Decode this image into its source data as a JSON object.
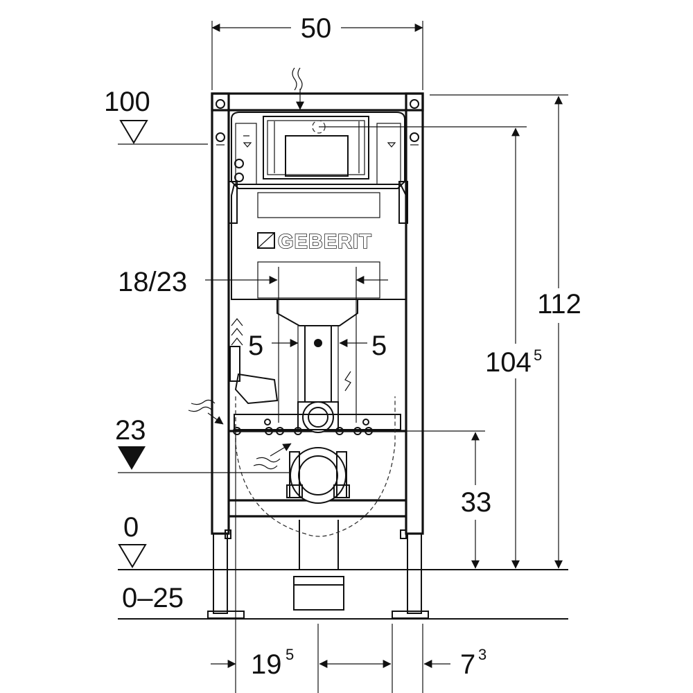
{
  "brand": {
    "logo_text": "GEBERIT"
  },
  "dimensions": {
    "top_width": "50",
    "height_total": "112",
    "height_flush": "104",
    "height_flush_sup": "5",
    "height_drain": "33",
    "bowl_spacing": "18/23",
    "pipe_offset_left": "5",
    "pipe_offset_right": "5",
    "bottom_left": "19",
    "bottom_left_sup": "5",
    "bottom_right": "7",
    "bottom_right_sup": "3"
  },
  "levels": {
    "top_level": "100",
    "supply_level": "23",
    "floor_level": "0",
    "floor_range": "0–25"
  },
  "colors": {
    "line": "#111111",
    "background": "#ffffff"
  }
}
